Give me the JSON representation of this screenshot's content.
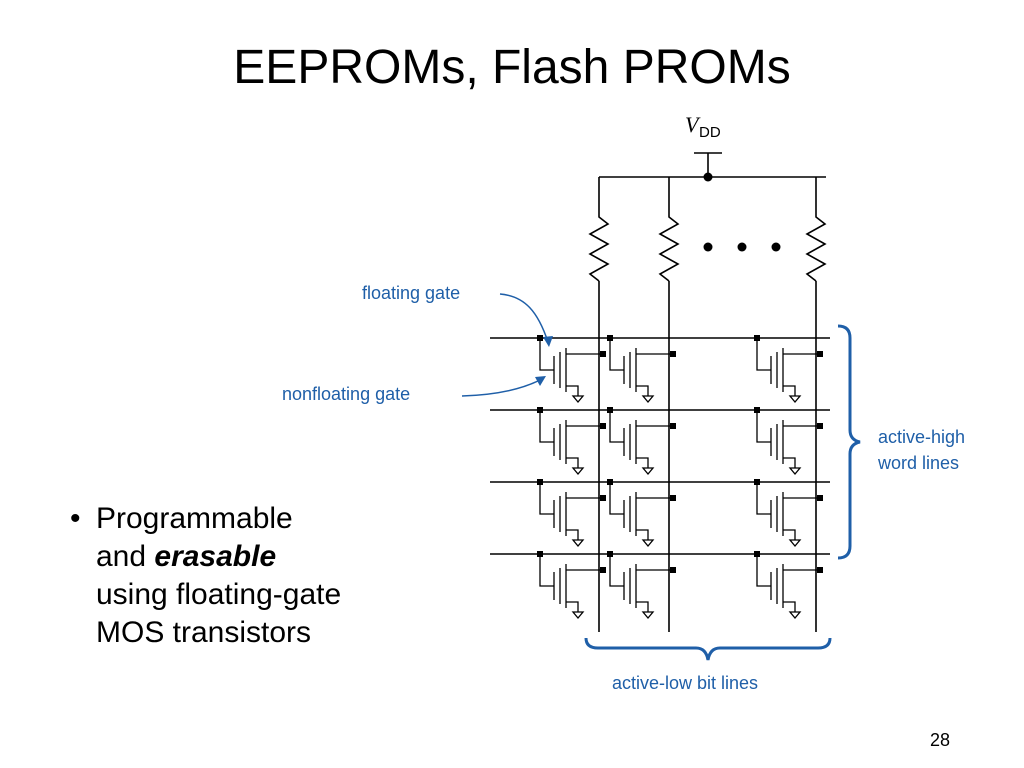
{
  "slide": {
    "title": "EEPROMs, Flash PROMs",
    "page_number": "28"
  },
  "bullet": {
    "line1": "Programmable",
    "line2_prefix": "and ",
    "line2_emphasis": "erasable",
    "line3": "using floating-gate",
    "line4": "MOS transistors"
  },
  "diagram": {
    "vdd_symbol": "V",
    "vdd_subscript": "DD",
    "labels": {
      "floating_gate": "floating gate",
      "nonfloating_gate": "nonfloating gate",
      "word_lines_line1": "active-high",
      "word_lines_line2": "word lines",
      "bit_lines": "active-low bit lines"
    },
    "colors": {
      "annotation": "#1f5fa8",
      "circuit": "#000000"
    },
    "grid": {
      "rows": 4,
      "columns_shown": 3,
      "ellipsis_between_columns": true
    }
  }
}
